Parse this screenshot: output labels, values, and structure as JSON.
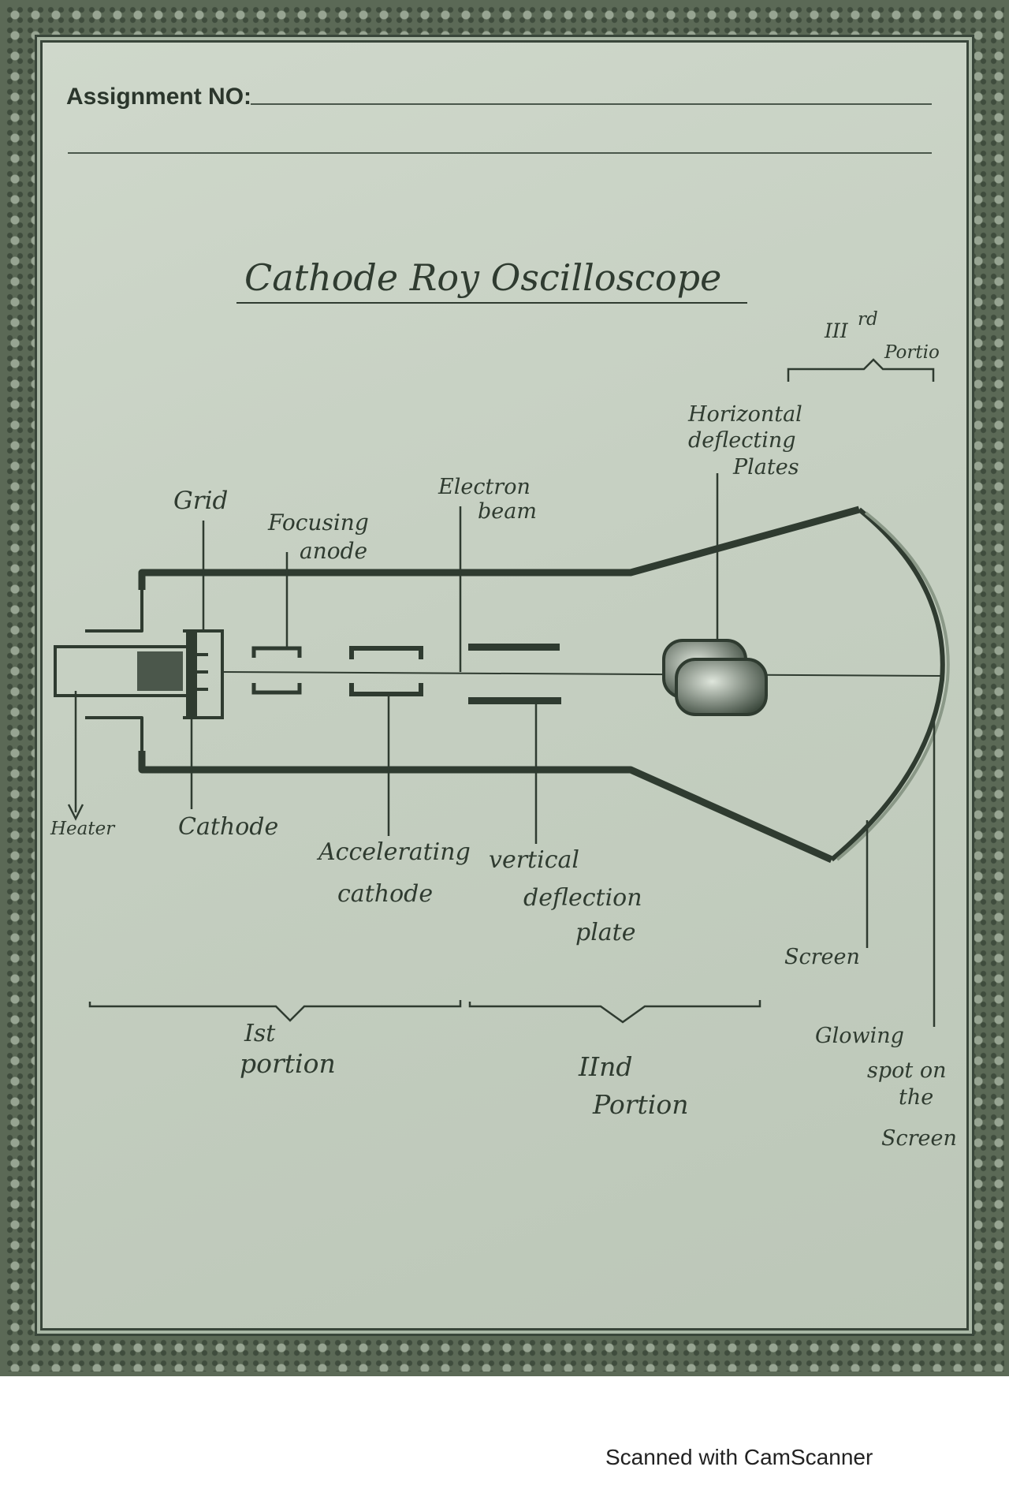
{
  "header": {
    "assignment_label": "Assignment NO:"
  },
  "title": "Cathode Roy Oscilloscope",
  "labels": {
    "third_portion_numeral": "III",
    "third_portion_suffix": "rd",
    "third_portion_word": "Portio",
    "horizontal_plates_1": "Horizontal",
    "horizontal_plates_2": "deflecting",
    "horizontal_plates_3": "Plates",
    "electron_beam_1": "Electron",
    "electron_beam_2": "beam",
    "grid": "Grid",
    "focusing_anode_1": "Focusing",
    "focusing_anode_2": "anode",
    "heater": "Heater",
    "cathode": "Cathode",
    "accelerating_cathode_1": "Accelerating",
    "accelerating_cathode_2": "cathode",
    "vertical_plate_1": "vertical",
    "vertical_plate_2": "deflection",
    "vertical_plate_3": "plate",
    "screen": "Screen",
    "glowing_spot_1": "Glowing",
    "glowing_spot_2": "spot on",
    "glowing_spot_3": "the",
    "glowing_spot_4": "Screen",
    "first_portion_1": "Ist",
    "first_portion_2": "portion",
    "second_portion_1": "IInd",
    "second_portion_2": "Portion"
  },
  "footer": {
    "scanner_text": "Scanned with CamScanner"
  },
  "colors": {
    "ink": "#2f3b30",
    "paper": "#c8d2c4",
    "frame": "#5b6956"
  }
}
